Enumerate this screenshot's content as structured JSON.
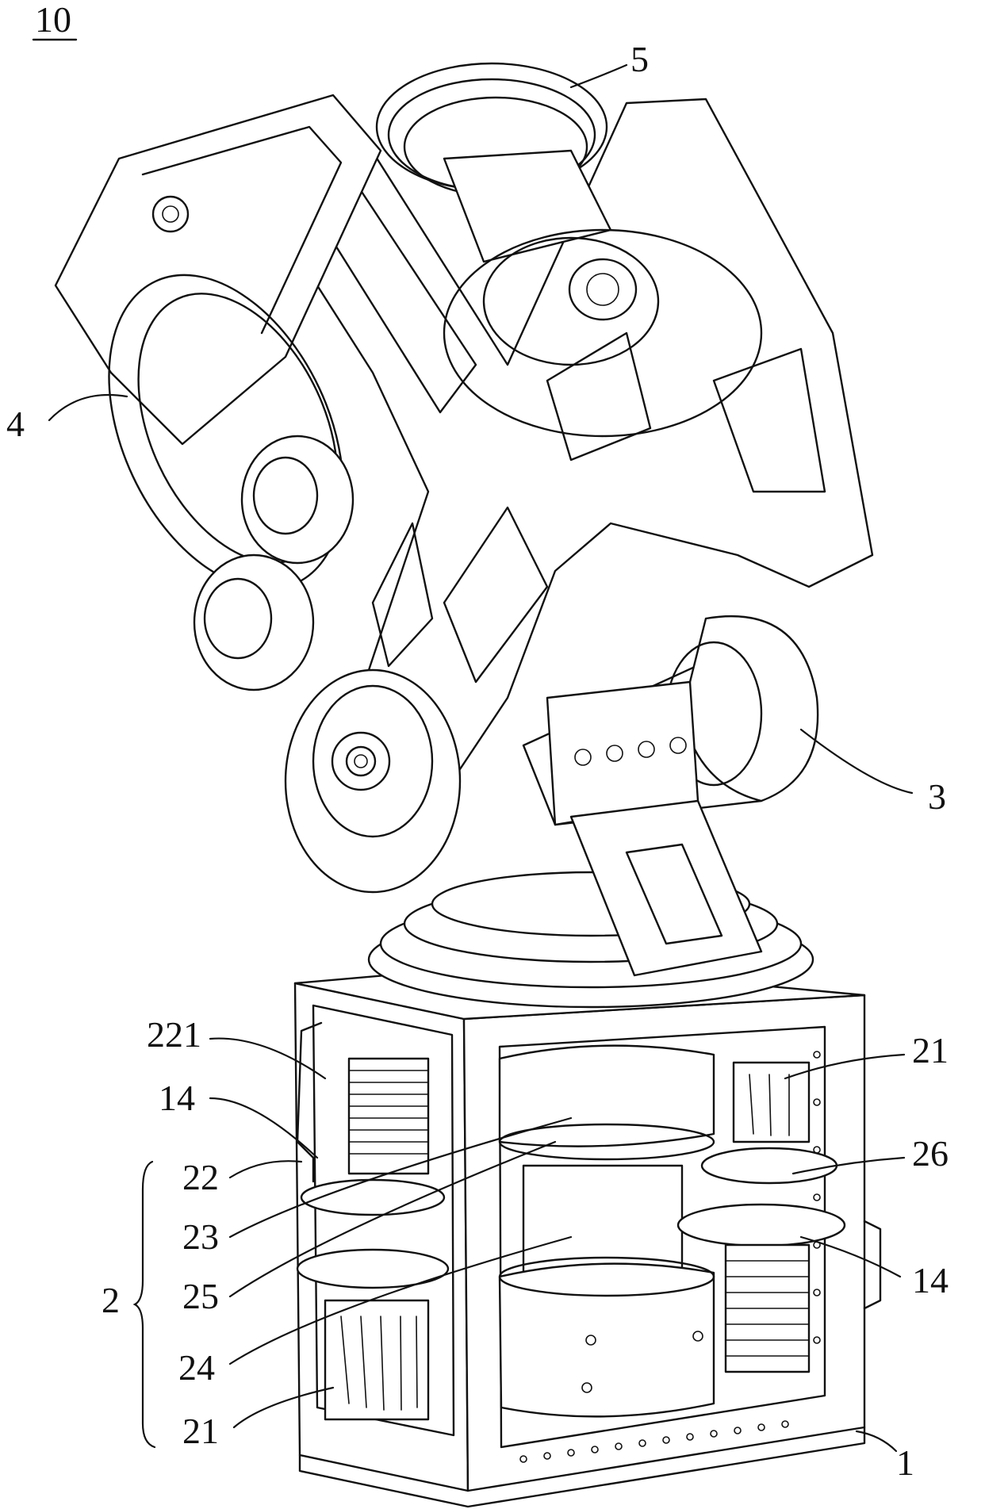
{
  "figure_number": "10",
  "labels": {
    "l1": "1",
    "l2": "2",
    "l3": "3",
    "l4": "4",
    "l5": "5",
    "l14a": "14",
    "l14b": "14",
    "l21a": "21",
    "l21b": "21",
    "l22": "22",
    "l23": "23",
    "l24": "24",
    "l25": "25",
    "l26": "26",
    "l221": "221"
  }
}
